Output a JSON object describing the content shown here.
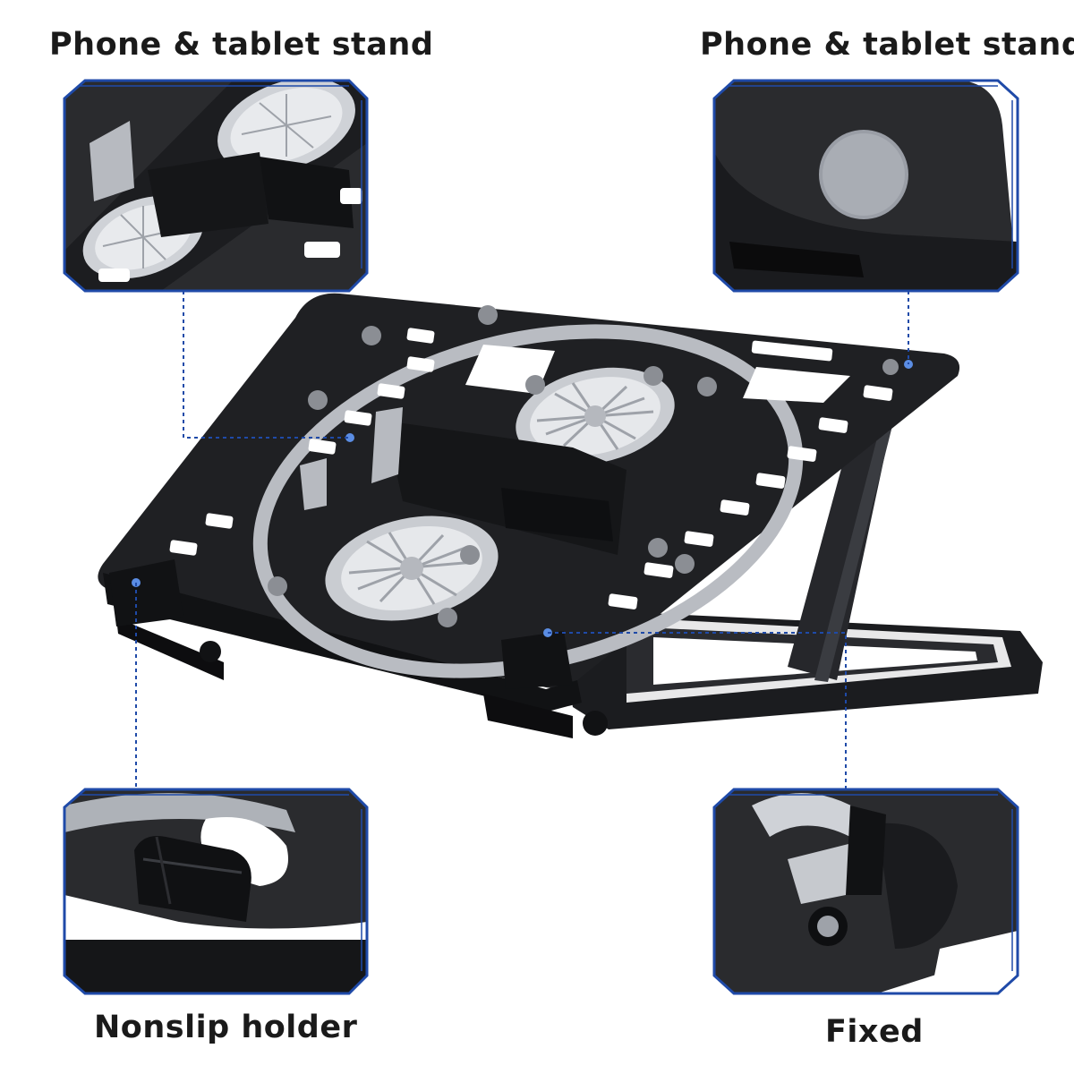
{
  "callouts": {
    "top_left": {
      "label": "Phone & tablet stand"
    },
    "top_right": {
      "label": "Phone & tablet stand"
    },
    "bottom_left": {
      "label": "Nonslip holder"
    },
    "bottom_right": {
      "label": "Fixed"
    }
  },
  "colors": {
    "frame_blue": "#1f4aa8",
    "stand_black": "#1d1e21",
    "stand_edge": "#3a3c41",
    "fan_gray": "#c9ccd1",
    "accent_dot": "#5b8de3"
  }
}
